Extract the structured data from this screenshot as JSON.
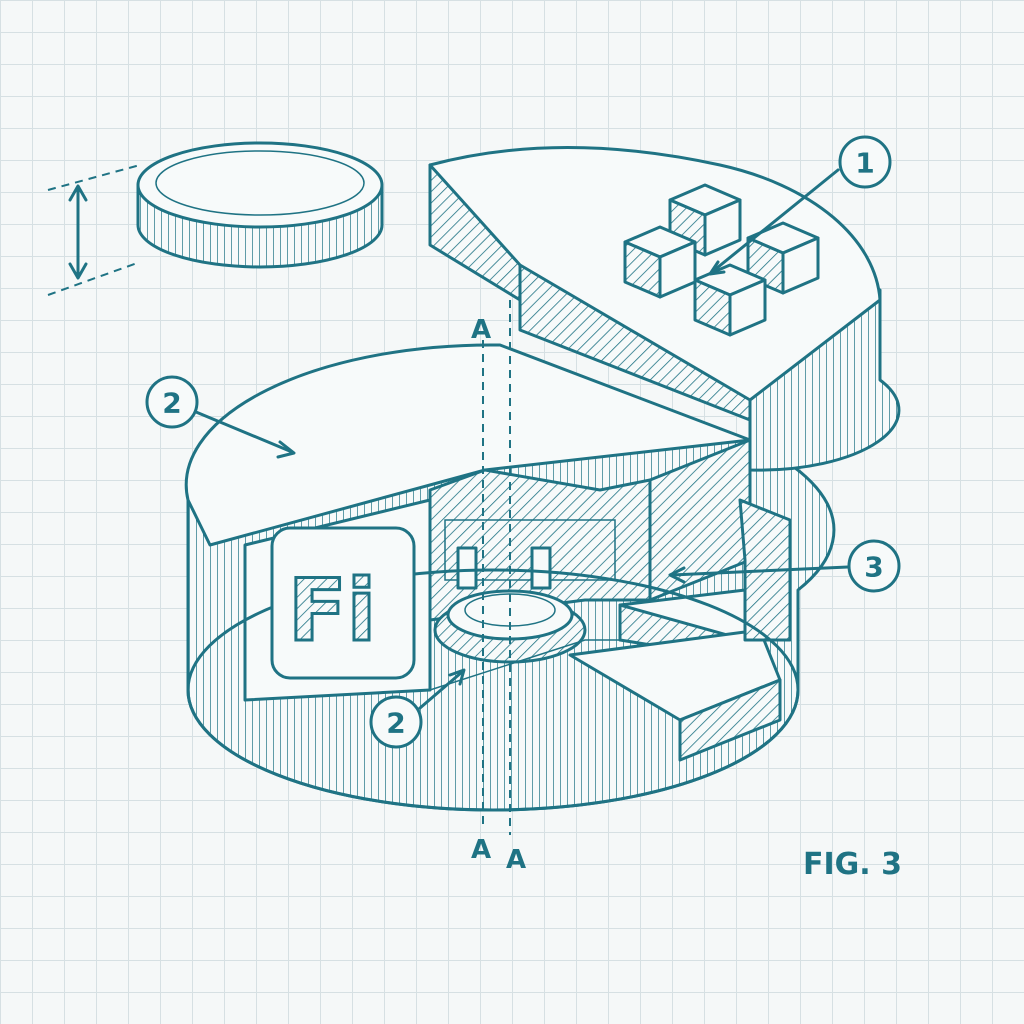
{
  "callouts": [
    {
      "label": "1"
    },
    {
      "label": "2"
    },
    {
      "label": "3"
    },
    {
      "label": "2"
    }
  ],
  "section_marks": [
    "A",
    "A",
    "A"
  ],
  "logo_text": "Fi",
  "figure_label": "FIG. 3",
  "colors": {
    "ink": "#1f7384",
    "paper": "#f5f8f8",
    "grid": "#d6e0e3"
  }
}
